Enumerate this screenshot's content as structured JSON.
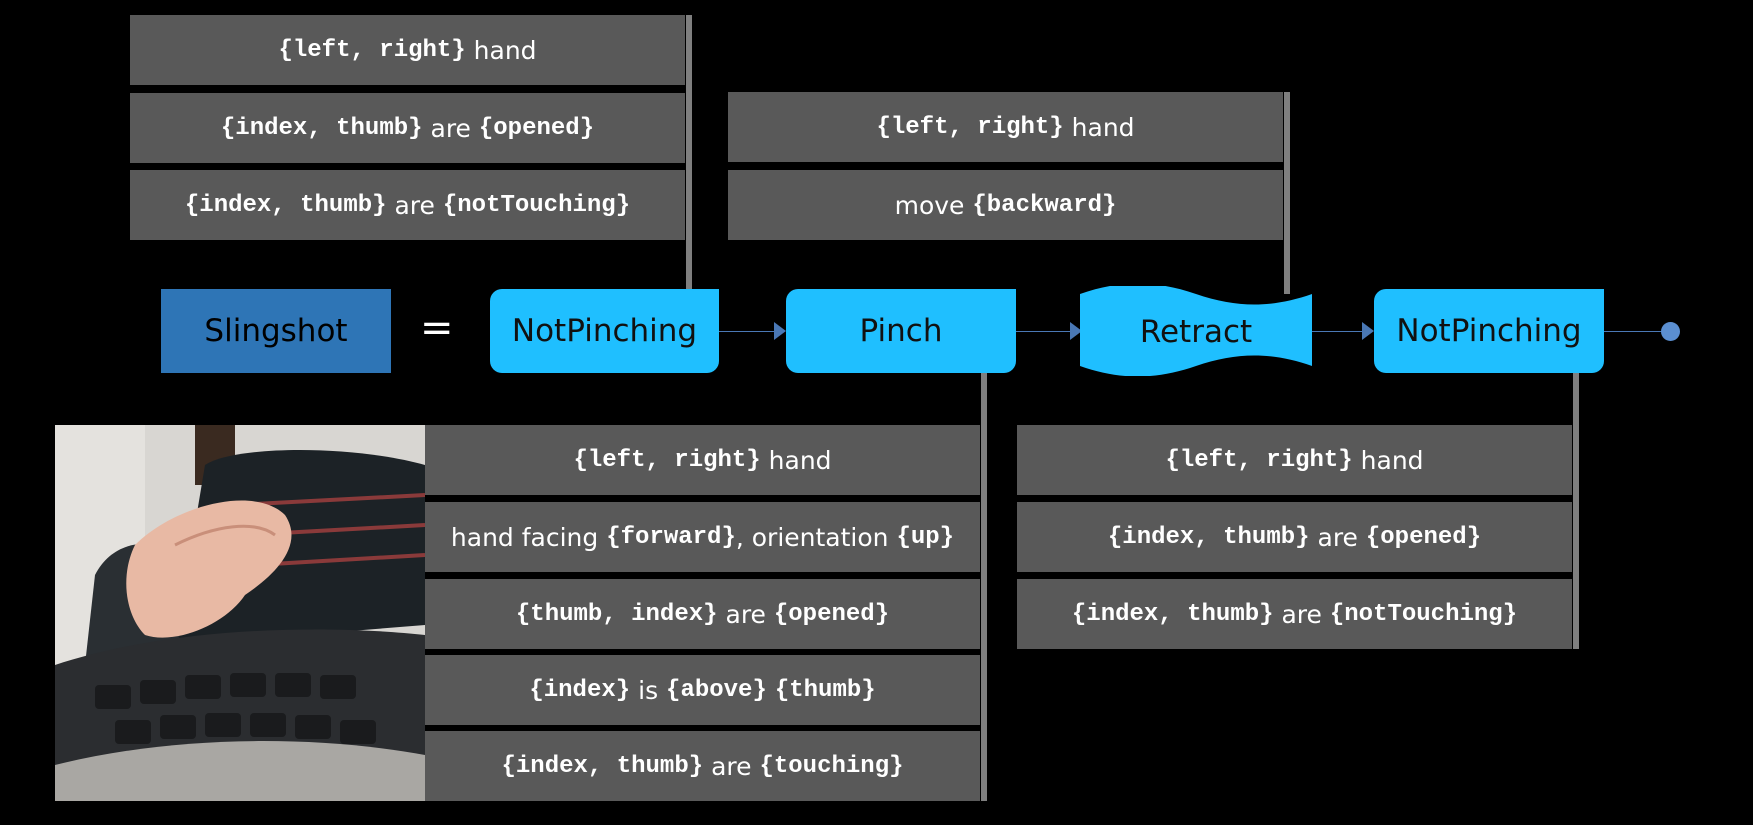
{
  "gesture": {
    "name": "Slingshot",
    "equals": "="
  },
  "states": [
    "NotPinching",
    "Pinch",
    "Retract",
    "NotPinching"
  ],
  "top_left_panel": [
    {
      "pre": "",
      "kw1": "{left, right}",
      "mid": " hand",
      "kw2": ""
    },
    {
      "pre": "",
      "kw1": "{index, thumb}",
      "mid": " are ",
      "kw2": "{opened}"
    },
    {
      "pre": "",
      "kw1": "{index, thumb}",
      "mid": " are ",
      "kw2": "{notTouching}"
    }
  ],
  "top_right_panel": [
    {
      "pre": "",
      "kw1": "{left, right}",
      "mid": " hand",
      "kw2": ""
    },
    {
      "pre": "move ",
      "kw1": "{backward}",
      "mid": "",
      "kw2": ""
    }
  ],
  "bottom_left_panel": [
    {
      "pre": "",
      "kw1": "{left, right}",
      "mid": " hand",
      "kw2": "",
      "mid2": "",
      "kw3": ""
    },
    {
      "pre": "hand facing ",
      "kw1": "{forward}",
      "mid": ", orientation ",
      "kw2": "{up}",
      "mid2": "",
      "kw3": ""
    },
    {
      "pre": "",
      "kw1": "{thumb, index}",
      "mid": " are ",
      "kw2": "{opened}",
      "mid2": "",
      "kw3": ""
    },
    {
      "pre": "",
      "kw1": "{index}",
      "mid": " is ",
      "kw2": "{above}",
      "mid2": " ",
      "kw3": "{thumb}"
    },
    {
      "pre": "",
      "kw1": "{index, thumb}",
      "mid": " are ",
      "kw2": "{touching}",
      "mid2": "",
      "kw3": ""
    }
  ],
  "bottom_right_panel": [
    {
      "pre": "",
      "kw1": "{left, right}",
      "mid": " hand",
      "kw2": ""
    },
    {
      "pre": "",
      "kw1": "{index, thumb}",
      "mid": " are ",
      "kw2": "{opened}"
    },
    {
      "pre": "",
      "kw1": "{index, thumb}",
      "mid": " are ",
      "kw2": "{notTouching}"
    }
  ],
  "colors": {
    "state_fill": "#1fbfff",
    "gesture_fill": "#2e75b6",
    "panel_fill": "#595959",
    "connector": "#4a78b5"
  }
}
